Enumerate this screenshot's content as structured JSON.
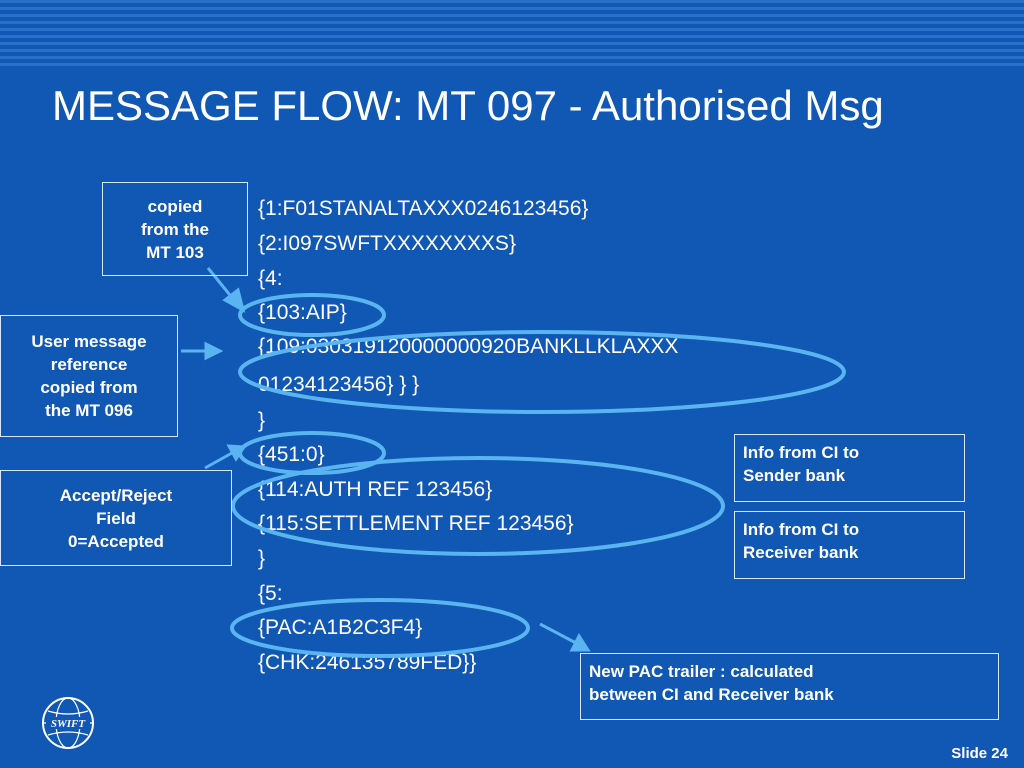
{
  "slide": {
    "title": "MESSAGE FLOW: MT 097 - Authorised Msg",
    "slide_number": "Slide 24",
    "logo_text": "SWIFT"
  },
  "message_lines": [
    "{1:F01STANALTAXXX0246123456}",
    "{2:I097SWFTXXXXXXXXS}",
    "{4:",
    "{103:AIP}",
    "{109:030319120000000920BANKLLKLAXXX",
    "01234123456} } }",
    "}",
    "{451:0}",
    "{114:AUTH REF 123456}",
    "{115:SETTLEMENT REF 123456}",
    "}",
    "{5:",
    "{PAC:A1B2C3F4}",
    "{CHK:246135789FED}}"
  ],
  "callouts": {
    "copied_from_mt103": [
      "copied",
      "from the",
      "MT 103"
    ],
    "user_message_reference": [
      "User message",
      "reference",
      "copied from",
      "the MT 096"
    ],
    "accept_reject": [
      "Accept/Reject",
      "Field",
      "0=Accepted"
    ],
    "info_sender": [
      "Info from CI to",
      "Sender bank"
    ],
    "info_receiver": [
      "Info from CI to",
      "Receiver bank"
    ],
    "new_pac": [
      "New PAC trailer : calculated",
      "between CI and Receiver bank"
    ]
  },
  "colors": {
    "background": "#1157b4",
    "stripe": "#2a6fc8",
    "highlight": "#5ab4f0",
    "text": "#ffffff"
  }
}
